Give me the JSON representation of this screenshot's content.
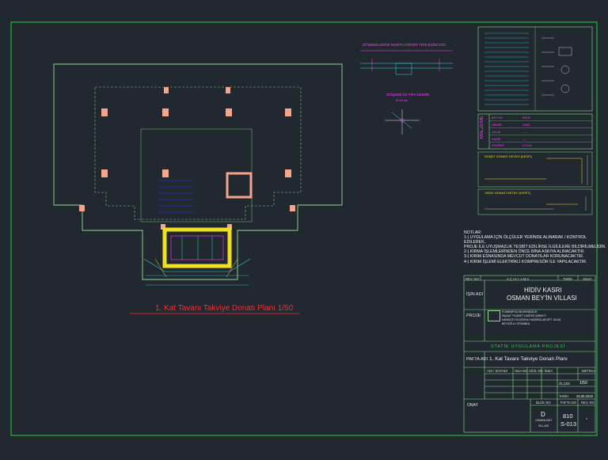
{
  "drawing": {
    "plan_title": "1. Kat Tavanı Takviye Donatı Planı  1/50",
    "detail_title_1": "DÖŞEMELERDE MONTAJ DEMİR YERLEŞİMİ 1/25",
    "detail_title_2": "DÖŞEME EK FİPA DEMİRİ",
    "detail_title_2_sub": "Ø 20 cm",
    "section_titles": [
      "DÜŞEY DONATI DETAYI (KESİT)",
      "YATAY DONATI DETAYI (KESİT)"
    ]
  },
  "notes": {
    "heading": "NOTLAR:",
    "lines": [
      "1-) UYGULAMA İÇİN ÖLÇÜLER YERİNDE ALINARAK / KONTROL EDİLEREK,",
      "PROJE İLE UYUŞMAZLIK TESBİT EDİLİRSE İLGİLİLERE BİLDİRİLMELİDİR.",
      "2-) KIRMA İŞLEMLERİNDEN ÖNCE BİNA ASKIYA ALINACAKTIR.",
      "3-) KIRIM ESNASINDA MEVCUT DONATILAR KORUNACAKTIR.",
      "4-) KIRIM İŞLEMİ ELEKTRİKLİ KOMPRESÖR İLE YAPILACAKTIR."
    ]
  },
  "material": {
    "label": "MALZEME",
    "rows": [
      {
        "key": "BETON",
        "val": "BS25"
      },
      {
        "key": "DEMİR",
        "val": "S420"
      },
      {
        "key": "ÇELİK",
        "val": "----"
      },
      {
        "key": "KAZIK",
        "val": "----"
      },
      {
        "key": "PASPAYI",
        "val": "2,5 cm"
      }
    ]
  },
  "titleblock": {
    "header_left": "REV. NO",
    "header_mid": "A Ç I K L A M A",
    "header_r1": "TARİH",
    "header_r2": "ONAY",
    "isin_adi_label": "İŞİN ADI",
    "isin_adi_line1": "HİDİV KASRI",
    "isin_adi_line2": "OSMAN BEY'İN VİLLASI",
    "proje_label": "PROJE",
    "firm_lines": [
      "FOINEMPON MÜHENDİSLİK",
      "İNŞAAT TİCARET LİMİTED ŞİRKETİ",
      "KARAKÖY ELDİVENLİ HASIRCILAR APT. DA:26",
      "BEYOĞLU / İSTANBUL"
    ],
    "static_banner": "STATİK UYGULAMA PROJESİ",
    "pafta_adi_label": "PAFTA ADI",
    "pafta_adi": "1. Kat Tavanı Takviye Donatı Planı",
    "grid_headers": [
      "ADI / SOYADI",
      "ODA NO",
      "SİCİL NO",
      "İMZA"
    ],
    "olcek_label": "ÖLÇEK",
    "olcek": "1/50",
    "tarih_label": "TARİH",
    "tarih": "29.06.2019",
    "metraj_label": "METRAJ",
    "onay_label": "ONAY",
    "blok_no_label": "BLOK NO",
    "blok_no": "D",
    "blok_sub1": "OSMAN BEY",
    "blok_sub2": "VİLLASI",
    "pafta_no_label": "PAFTA NO",
    "pafta_no_1": "810",
    "pafta_no_2": "S-013",
    "rev_no_label": "REV. NO",
    "rev_no": "-"
  },
  "colors": {
    "background": "#212830",
    "frame": "#2ecc40",
    "outline": "#8fdc8f",
    "column": "#f5a58c",
    "red_title": "#ff2a2a",
    "magenta": "#ff3cff",
    "yellow": "#f0e020",
    "cyan": "#35d6e0",
    "blue": "#2040ff"
  }
}
